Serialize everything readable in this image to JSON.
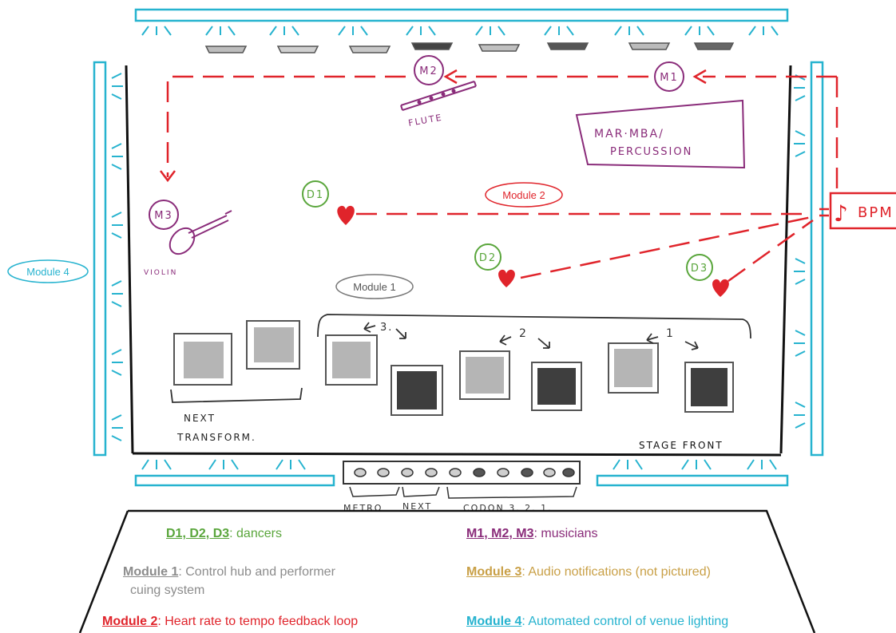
{
  "labels": {
    "m1": "M1",
    "m2": "M2",
    "m3": "M3",
    "d1": "D1",
    "d2": "D2",
    "d3": "D3",
    "flute": "FLUTE",
    "marimba_line1": "MAR·MBA/",
    "marimba_line2": "PERCUSSION",
    "violin": "VIOLIN",
    "module1": "Module 1",
    "module2": "Module 2",
    "module4": "Module 4",
    "bpm": "BPM",
    "next_transform_line1": "NEXT",
    "next_transform_line2": "TRANSFORM.",
    "stage_front": "STAGE FRONT",
    "group3": "3.",
    "group2": "2",
    "group1": "1",
    "metro": "METRO",
    "next": "NEXT",
    "codon": "CODON 3. 2. 1."
  },
  "legend": {
    "dancers_key": "D1, D2, D3",
    "dancers_desc": ": dancers",
    "musicians_key": "M1, M2, M3",
    "musicians_desc": ": musicians",
    "module1_key": "Module 1",
    "module1_desc_line1": ": Control hub and performer",
    "module1_desc_line2": "cuing system",
    "module3_key": "Module 3",
    "module3_desc": ": Audio notifications (not pictured)",
    "module2_key": "Module 2",
    "module2_desc": ": Heart rate to tempo feedback loop",
    "module4_key": "Module 4",
    "module4_desc": ": Automated control of venue lighting"
  },
  "colors": {
    "cyan": "#26b3cf",
    "red": "#e0242b",
    "green": "#5aa63c",
    "purple": "#8a2c7a",
    "gray": "#8c8c8c",
    "gold": "#c9a047",
    "ink": "#111111"
  }
}
